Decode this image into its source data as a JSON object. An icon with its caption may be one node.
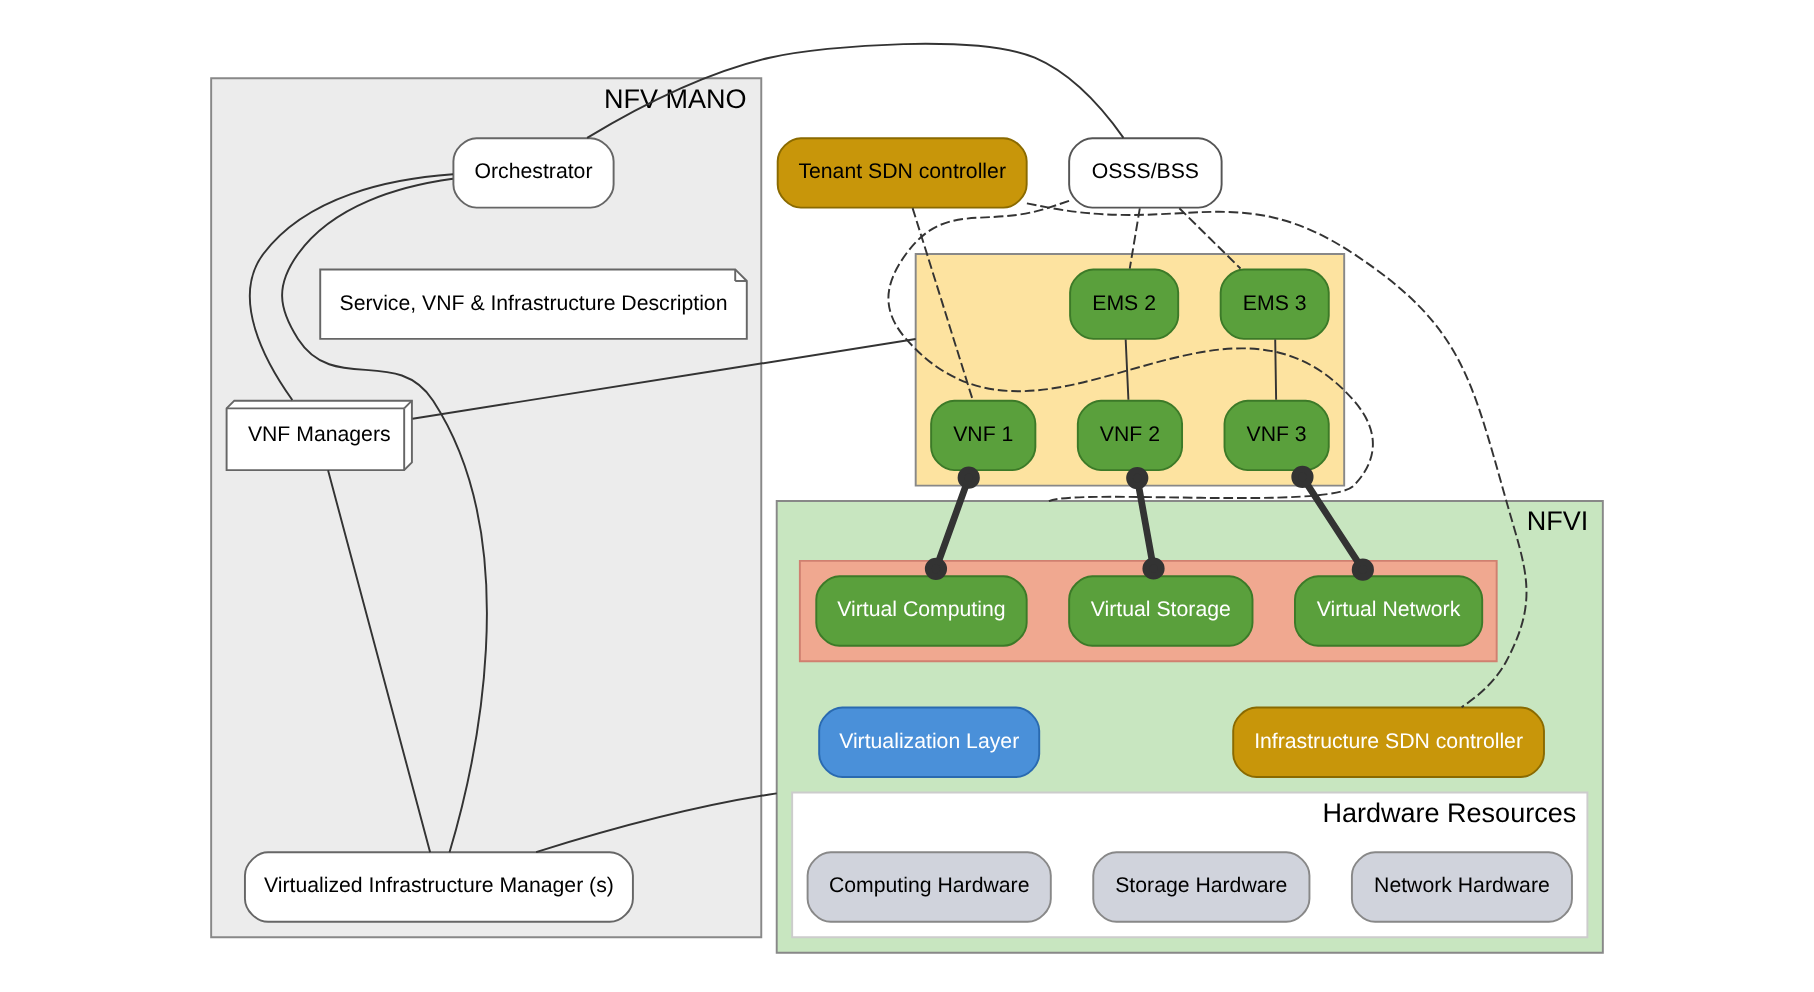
{
  "diagram": {
    "nodes": [
      {
        "text": [
          "OSSS/BSS"
        ]
      },
      {
        "text": [
          "Tenant SDN controller"
        ]
      },
      {
        "text": [],
        "shape": "box"
      },
      {
        "text": [
          "EMS 2"
        ],
        "in": 2
      },
      {
        "text": [
          "EMS 3"
        ],
        "in": 2
      },
      {
        "text": [
          "VNF 1"
        ],
        "in": 2
      },
      {
        "text": [
          "VNF 2"
        ],
        "in": 2
      },
      {
        "text": [
          "VNF 3"
        ],
        "in": 2
      },
      {
        "text": [
          "NFVI"
        ]
      },
      {
        "text": [],
        "shape": "box",
        "in": 8
      },
      {
        "text": [
          "Virtual Computing"
        ],
        "in": 9
      },
      {
        "text": [
          "Virtual Storage"
        ],
        "in": 9
      },
      {
        "text": [
          "Virtual Network"
        ],
        "in": 9
      },
      {
        "text": [
          "Infrastructure SDN controller"
        ],
        "in": 8
      },
      {
        "text": [
          "Virtualization Layer"
        ],
        "in": 8
      },
      {
        "text": [
          "Hardware Resources"
        ],
        "in": 8
      },
      {
        "text": [
          "Computing Hardware"
        ],
        "in": 15
      },
      {
        "text": [
          "Storage Hardware"
        ],
        "in": 15
      },
      {
        "text": [
          "Network Hardware"
        ],
        "in": 15
      },
      {
        "text": [
          "NFV MANO"
        ]
      },
      {
        "text": [
          "Orchestrator"
        ],
        "in": 19
      },
      {
        "text": [
          "VNF Managers"
        ],
        "in": 19
      },
      {
        "text": [
          "Virtualized Infrastructure Manager (s)"
        ],
        "in": 19
      },
      {
        "text": [
          "Service, VNF & Infrastructure Description"
        ],
        "in": 19
      }
    ],
    "edges": [
      {
        "from": 0,
        "to": 20,
        "arrow": "none"
      },
      {
        "from": 0,
        "to": 3,
        "arrow": "none",
        "style": "dashed"
      },
      {
        "from": 0,
        "to": 4,
        "arrow": "none",
        "style": "dashed"
      },
      {
        "from": 1,
        "to": 5,
        "arrow": "none",
        "style": "dashed"
      },
      {
        "from": 3,
        "to": 6,
        "arrow": "none"
      },
      {
        "from": 4,
        "to": 7,
        "arrow": "none"
      },
      {
        "from": 5,
        "to": 10,
        "arrow": "other",
        "style": "thick"
      },
      {
        "from": 6,
        "to": 11,
        "arrow": "other",
        "style": "thick"
      },
      {
        "from": 7,
        "to": 12,
        "arrow": "other",
        "style": "thick"
      },
      {
        "from": 2,
        "to": 21,
        "arrow": "none"
      },
      {
        "from": 20,
        "to": 21,
        "arrow": "none"
      },
      {
        "from": 21,
        "to": 22,
        "arrow": "none"
      },
      {
        "from": 20,
        "to": 22,
        "arrow": "none"
      },
      {
        "from": 8,
        "to": 22,
        "arrow": "none"
      },
      {
        "from": 1,
        "to": 13,
        "arrow": "none",
        "style": "dashed"
      },
      {
        "from": 0,
        "to": 8,
        "arrow": "none",
        "style": "dashed"
      }
    ]
  }
}
